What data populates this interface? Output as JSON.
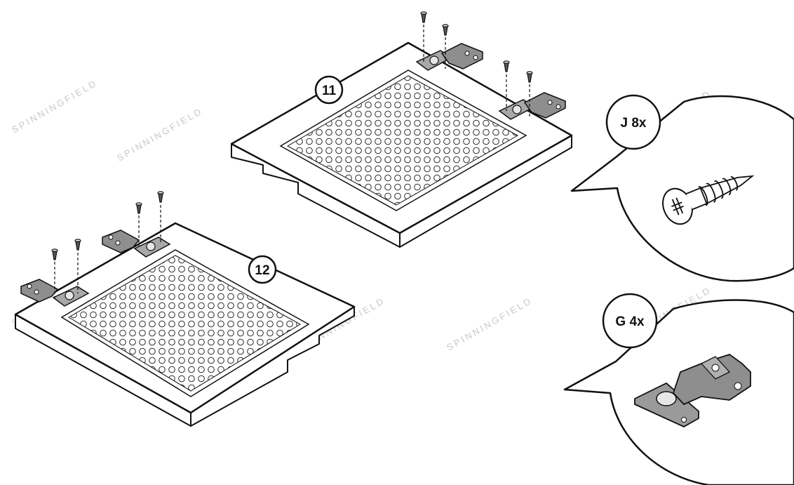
{
  "steps": [
    {
      "number": "11"
    },
    {
      "number": "12"
    }
  ],
  "callouts": [
    {
      "label": "J 8x",
      "part": "screw"
    },
    {
      "label": "G 4x",
      "part": "hinge"
    }
  ],
  "watermark": "SPINNINGFIELD",
  "colors": {
    "line": "#111111",
    "board": "#ffffff",
    "hinge": "#9a9a9a",
    "watermark": "#c9c9c9"
  }
}
